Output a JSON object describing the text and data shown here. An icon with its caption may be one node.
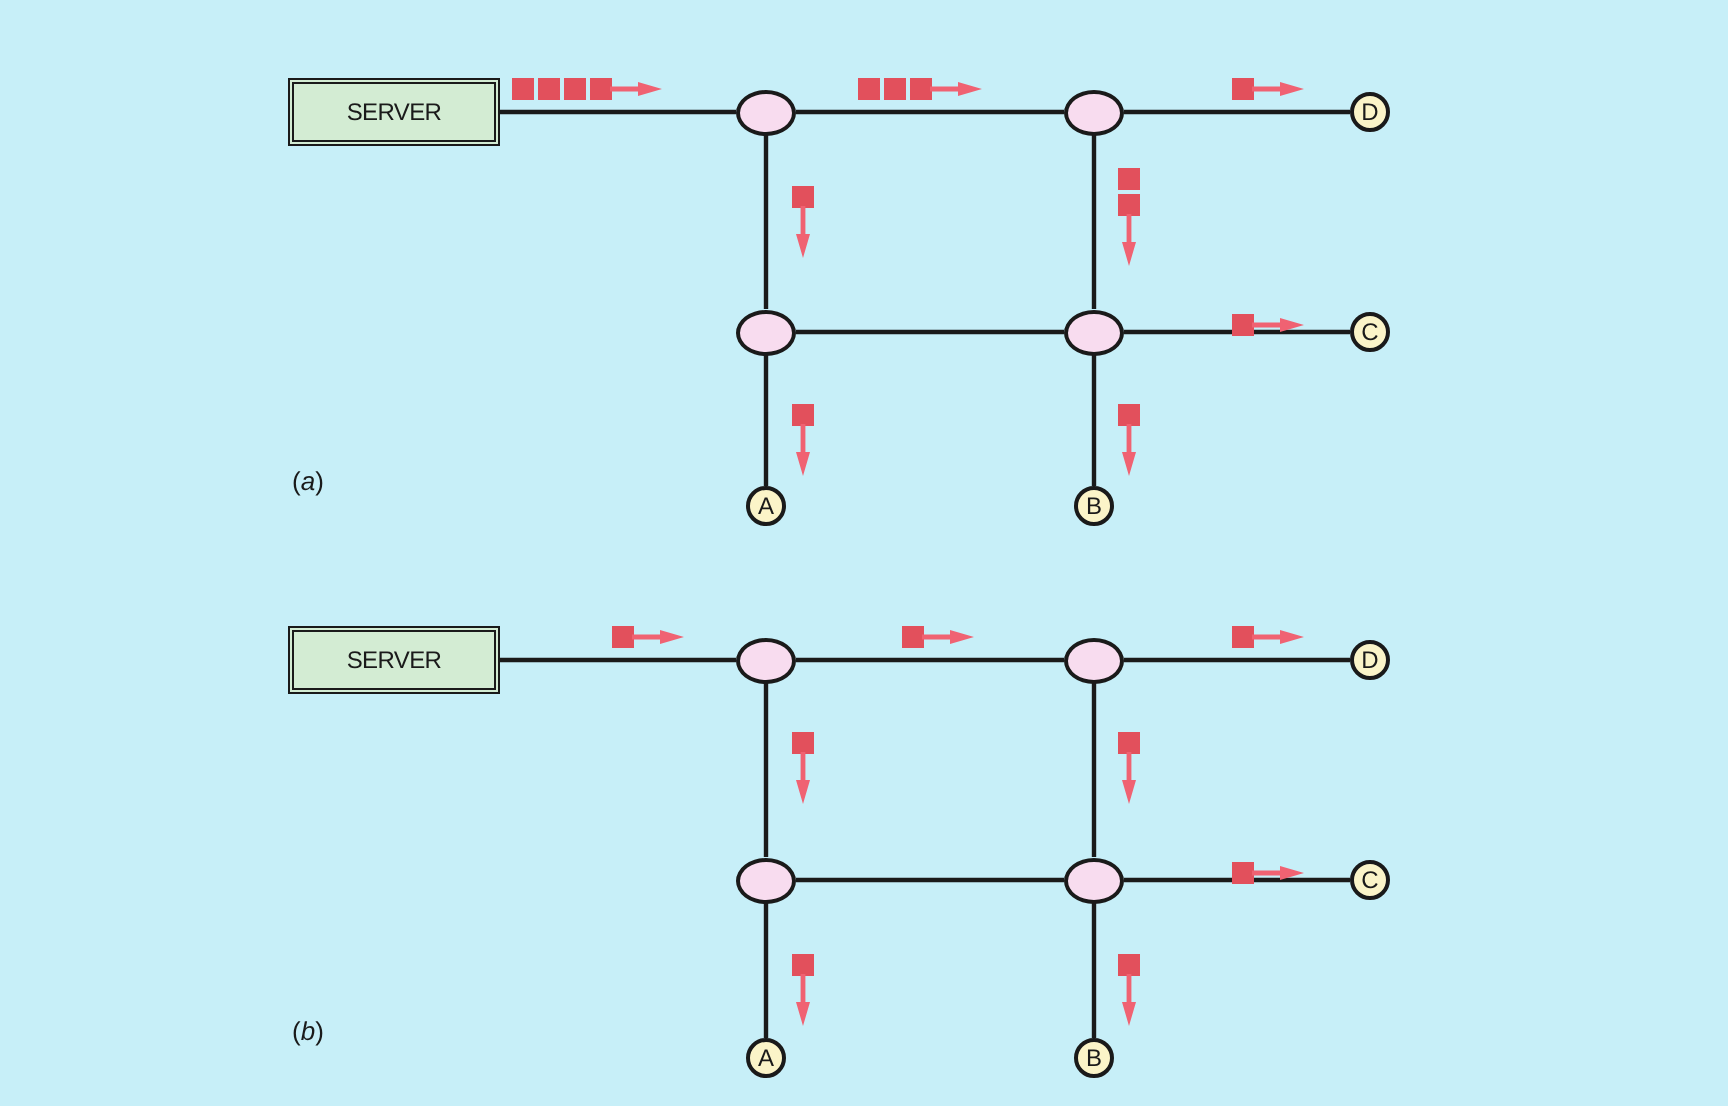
{
  "diagram": {
    "nodes": [
      {
        "text": [
          "SERVER"
        ]
      },
      {
        "text": [],
        "shape": "circle"
      },
      {
        "text": [],
        "shape": "circle"
      },
      {
        "text": [
          "D"
        ]
      },
      {
        "text": [],
        "shape": "circle"
      },
      {
        "text": [],
        "shape": "circle"
      },
      {
        "text": [
          "C"
        ]
      },
      {
        "text": [
          "A"
        ]
      },
      {
        "text": [
          "B"
        ]
      },
      {
        "text": [
          "SERVER"
        ]
      },
      {
        "text": [],
        "shape": "circle"
      },
      {
        "text": [],
        "shape": "circle"
      },
      {
        "text": [
          "D"
        ]
      },
      {
        "text": [],
        "shape": "circle"
      },
      {
        "text": [],
        "shape": "circle"
      },
      {
        "text": [
          "C"
        ]
      },
      {
        "text": [
          "A"
        ]
      },
      {
        "text": [
          "B"
        ]
      }
    ],
    "edges": [
      {
        "from": 0,
        "to": 1,
        "arrow": "none"
      },
      {
        "from": 1,
        "to": 2,
        "arrow": "none"
      },
      {
        "from": 2,
        "to": 3,
        "arrow": "none"
      },
      {
        "from": 1,
        "to": 4,
        "arrow": "none"
      },
      {
        "from": 2,
        "to": 5,
        "arrow": "none"
      },
      {
        "from": 4,
        "to": 5,
        "arrow": "none"
      },
      {
        "from": 5,
        "to": 6,
        "arrow": "none"
      },
      {
        "from": 4,
        "to": 7,
        "arrow": "none"
      },
      {
        "from": 5,
        "to": 8,
        "arrow": "none"
      },
      {
        "from": 9,
        "to": 10,
        "arrow": "none"
      },
      {
        "from": 10,
        "to": 11,
        "arrow": "none"
      },
      {
        "from": 11,
        "to": 12,
        "arrow": "none"
      },
      {
        "from": 10,
        "to": 13,
        "arrow": "none"
      },
      {
        "from": 11,
        "to": 14,
        "arrow": "none"
      },
      {
        "from": 13,
        "to": 14,
        "arrow": "none"
      },
      {
        "from": 14,
        "to": 15,
        "arrow": "none"
      },
      {
        "from": 13,
        "to": 16,
        "arrow": "none"
      },
      {
        "from": 14,
        "to": 17,
        "arrow": "none"
      }
    ],
    "labels": [
      "(*a*)",
      "(*b*)"
    ]
  }
}
